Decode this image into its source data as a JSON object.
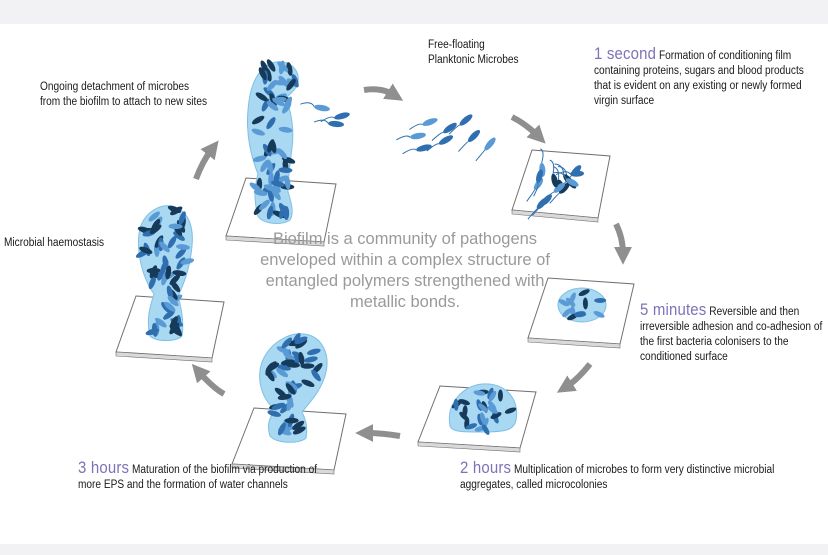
{
  "colors": {
    "accent_time": "#7d72b8",
    "matrix_fill": "#a9d8f2",
    "microbe_dark": "#163a5a",
    "microbe_mid": "#2f6fb0",
    "microbe_light": "#5b9bd5",
    "arrow_grey": "#8f8f8f",
    "center_text": "#9a9a9a"
  },
  "center_text": "Biofilm is a community of pathogens enveloped within a complex structure of entangled polymers strengthened with metallic bonds.",
  "stages": {
    "planktonic": {
      "caption": "Free-floating Planktonic Microbes"
    },
    "one_second": {
      "time": "1 second",
      "caption": "Formation of conditioning film containing proteins, sugars and blood products that is evident on any existing or newly formed virgin surface"
    },
    "five_minutes": {
      "time": "5 minutes",
      "caption": "Reversible and then irreversible adhesion and co-adhesion of the first bacteria colonisers to the conditioned surface"
    },
    "two_hours": {
      "time": "2 hours",
      "caption": "Multiplication of microbes to form very distinctive microbial aggregates, called microcolonies"
    },
    "three_hours": {
      "time": "3 hours",
      "caption": "Maturation of the biofilm via production of more EPS and the formation of water channels"
    },
    "haemostasis": {
      "caption": "Microbial haemostasis"
    },
    "detachment": {
      "caption": "Ongoing detachment of microbes from the biofilm to attach to new sites"
    }
  }
}
